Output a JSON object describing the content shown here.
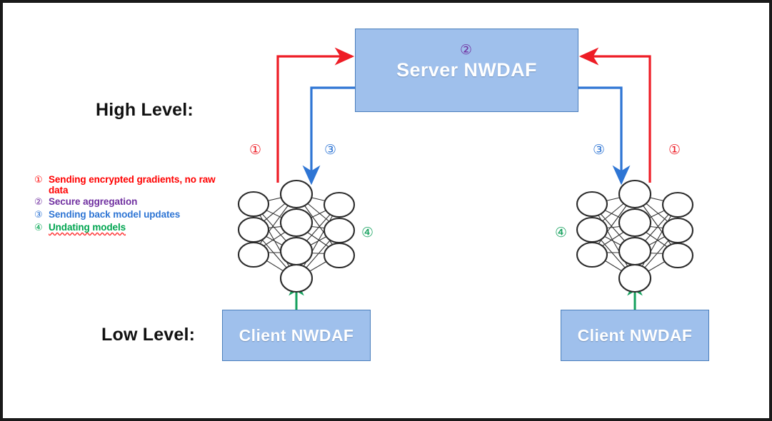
{
  "diagram": {
    "title_levels": {
      "high": "High Level:",
      "low": "Low Level:"
    },
    "server": {
      "label": "Server NWDAF",
      "marker": "②"
    },
    "clients": [
      {
        "label": "Client NWDAF",
        "side": "left"
      },
      {
        "label": "Client NWDAF",
        "side": "right"
      }
    ],
    "flow_markers": {
      "left_up": "①",
      "left_down": "③",
      "right_down": "③",
      "right_up": "①",
      "left_update": "④",
      "right_update": "④"
    },
    "legend": [
      {
        "bullet": "①",
        "text": "Sending encrypted gradients, no raw data",
        "color": "#FF0000"
      },
      {
        "bullet": "②",
        "text": "Secure aggregation",
        "color": "#7030A0"
      },
      {
        "bullet": "③",
        "text": "Sending back model updates",
        "color": "#2E75D4"
      },
      {
        "bullet": "④",
        "text": "Undating models",
        "color": "#00A550",
        "spellcheck_flag": true
      }
    ],
    "colors": {
      "box_fill": "#9FC0EC",
      "box_stroke": "#4A7EBB",
      "arrow_upload": "#EE1C25",
      "arrow_download": "#2E75D4",
      "arrow_update": "#13A05C",
      "aggregation": "#7030A0",
      "border": "#1a1a1a",
      "background": "#FFFFFF"
    },
    "neural_net": {
      "layers": [
        3,
        4,
        3
      ],
      "node_stroke": "#2a2a2a",
      "edge_stroke": "#3a3a3a"
    }
  }
}
